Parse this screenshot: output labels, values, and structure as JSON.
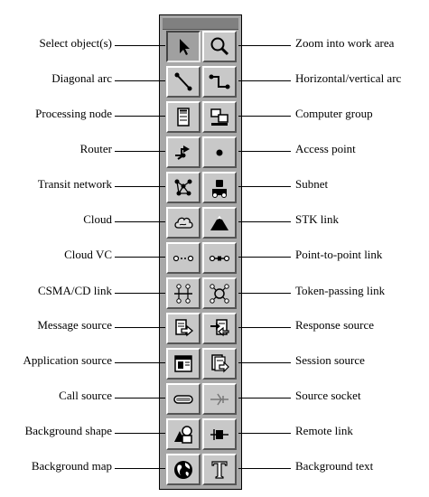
{
  "palette": {
    "rows": [
      {
        "left": {
          "label": "Select object(s)",
          "icon": "arrow-cursor-icon"
        },
        "right": {
          "label": "Zoom into work area",
          "icon": "magnifier-icon"
        }
      },
      {
        "left": {
          "label": "Diagonal arc",
          "icon": "diagonal-arc-icon"
        },
        "right": {
          "label": "Horizontal/vertical arc",
          "icon": "horizontal-vertical-arc-icon"
        }
      },
      {
        "left": {
          "label": "Processing node",
          "icon": "processing-node-icon"
        },
        "right": {
          "label": "Computer group",
          "icon": "computer-group-icon"
        }
      },
      {
        "left": {
          "label": "Router",
          "icon": "router-icon"
        },
        "right": {
          "label": "Access point",
          "icon": "access-point-icon"
        }
      },
      {
        "left": {
          "label": "Transit network",
          "icon": "transit-network-icon"
        },
        "right": {
          "label": "Subnet",
          "icon": "subnet-icon"
        }
      },
      {
        "left": {
          "label": "Cloud",
          "icon": "cloud-icon"
        },
        "right": {
          "label": "STK link",
          "icon": "stk-link-icon"
        }
      },
      {
        "left": {
          "label": "Cloud VC",
          "icon": "cloud-vc-icon"
        },
        "right": {
          "label": "Point-to-point link",
          "icon": "point-to-point-link-icon"
        }
      },
      {
        "left": {
          "label": "CSMA/CD link",
          "icon": "csma-cd-link-icon"
        },
        "right": {
          "label": "Token-passing link",
          "icon": "token-passing-link-icon"
        }
      },
      {
        "left": {
          "label": "Message source",
          "icon": "message-source-icon"
        },
        "right": {
          "label": "Response source",
          "icon": "response-source-icon"
        }
      },
      {
        "left": {
          "label": "Application source",
          "icon": "application-source-icon"
        },
        "right": {
          "label": "Session source",
          "icon": "session-source-icon"
        }
      },
      {
        "left": {
          "label": "Call source",
          "icon": "call-source-icon"
        },
        "right": {
          "label": "Source socket",
          "icon": "source-socket-icon"
        }
      },
      {
        "left": {
          "label": "Background shape",
          "icon": "background-shape-icon"
        },
        "right": {
          "label": "Remote link",
          "icon": "remote-link-icon"
        }
      },
      {
        "left": {
          "label": "Background map",
          "icon": "globe-icon"
        },
        "right": {
          "label": "Background text",
          "icon": "text-t-icon"
        }
      }
    ]
  }
}
